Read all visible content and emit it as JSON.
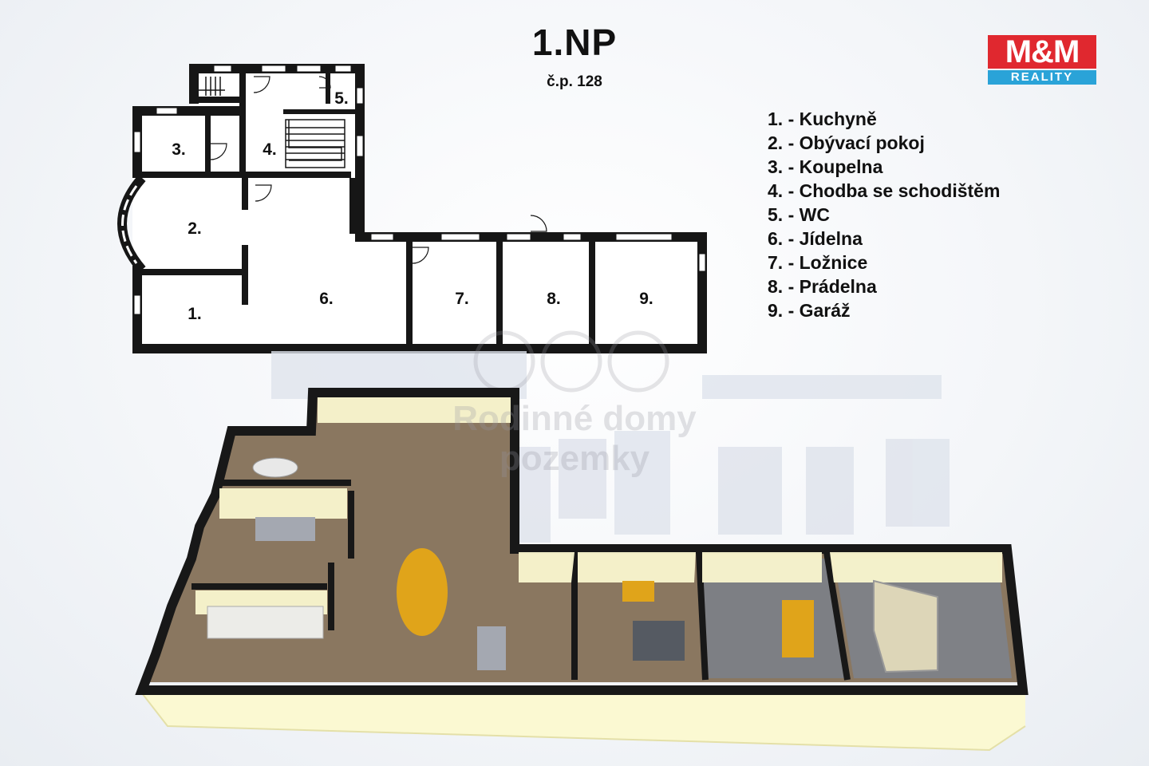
{
  "header": {
    "title": "1.NP",
    "subtitle": "č.p. 128"
  },
  "logo": {
    "top_text": "M&M",
    "bottom_text": "REALITY",
    "colors": {
      "top": "#e0282f",
      "bottom": "#2aa3d8"
    }
  },
  "legend": {
    "items": [
      "1. - Kuchyně",
      "2. - Obývací pokoj",
      "3. - Koupelna",
      "4. - Chodba se schodištěm",
      "5. - WC",
      "6. - Jídelna",
      "7. - Ložnice",
      "8. - Prádelna",
      "9. - Garáž"
    ]
  },
  "plan": {
    "room_numbers": {
      "r1": "1.",
      "r2": "2.",
      "r3": "3.",
      "r4": "4.",
      "r5": "5.",
      "r6": "6.",
      "r7": "7.",
      "r8": "8.",
      "r9": "9."
    }
  },
  "watermark": {
    "text": "Rodinné domy pozemky"
  }
}
